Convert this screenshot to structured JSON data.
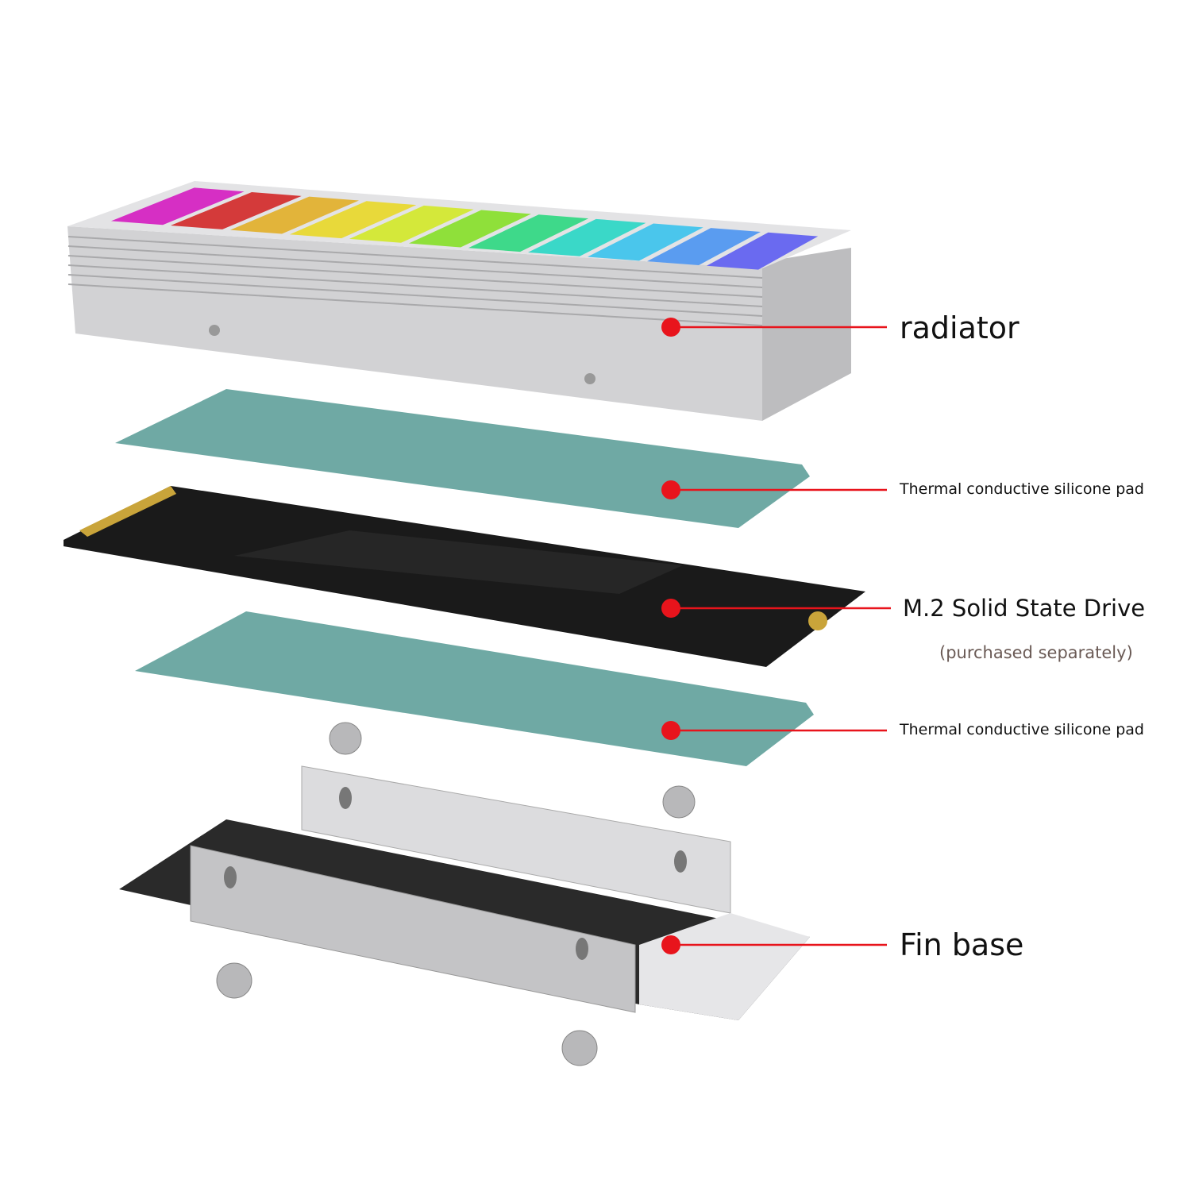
{
  "labels": {
    "radiator": "radiator",
    "pad_top": "Thermal conductive silicone pad",
    "ssd": "M.2 Solid State Drive",
    "ssd_note": "(purchased separately)",
    "pad_bottom": "Thermal conductive silicone pad",
    "fin_base": "Fin base"
  },
  "colors": {
    "callout": "#e8141c",
    "pad": "#6fa9a4",
    "ssd": "#1a1a1a",
    "metal": "#c9c9cb",
    "rainbow": [
      "#d62fc4",
      "#d43a3a",
      "#e2b43a",
      "#e8d93a",
      "#d4e83a",
      "#8fe03a",
      "#3ed98a",
      "#3ad8c8",
      "#4ac6ec",
      "#5a9cf0",
      "#6a6af0"
    ]
  }
}
